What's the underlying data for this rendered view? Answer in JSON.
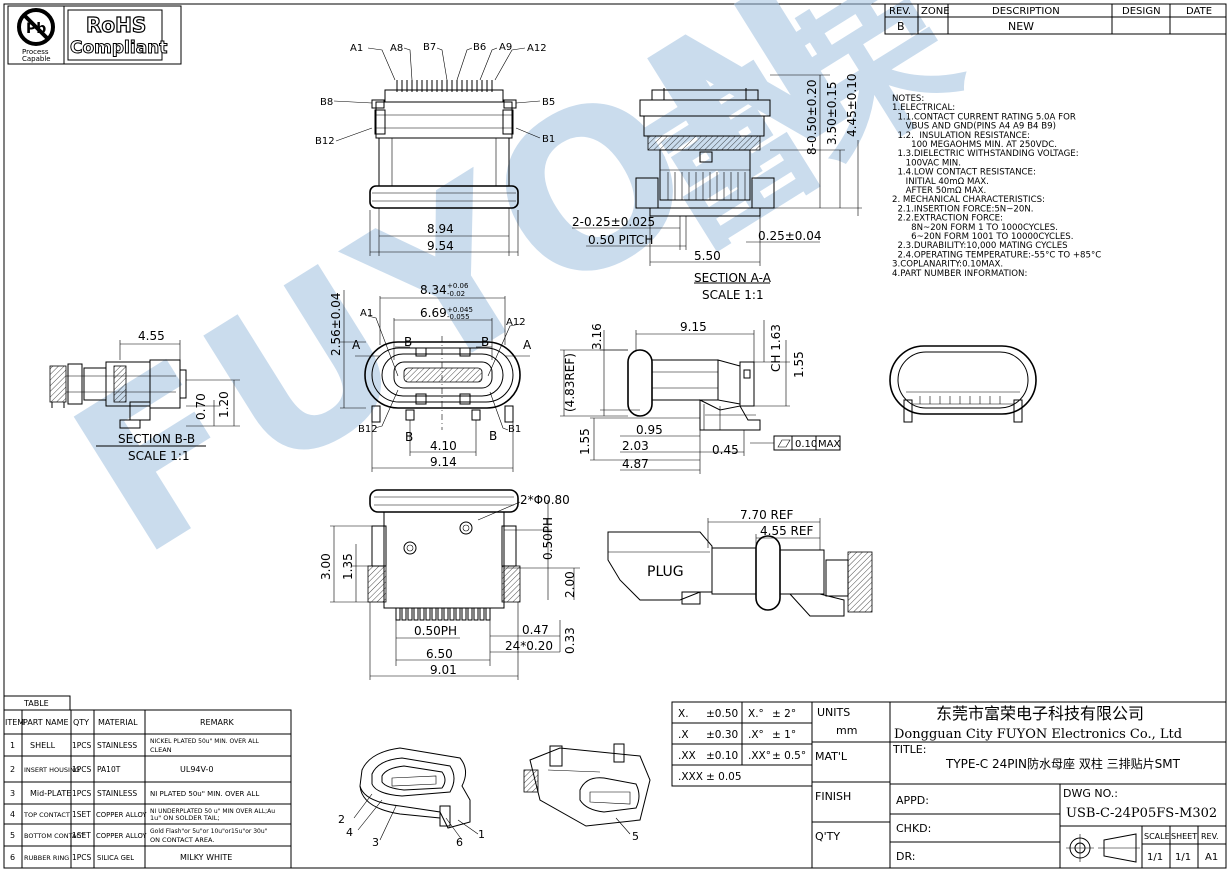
{
  "rohs": {
    "pb_caption_1": "Process",
    "pb_caption_2": "Capable",
    "rohs_title": "RoHS",
    "rohs_sub": "Compliant"
  },
  "watermark": {
    "text_latin": "FUYON",
    "text_cjk": "富荣"
  },
  "revision_table": {
    "headers": [
      "REV.",
      "ZONE",
      "DESCRIPTION",
      "DESIGN",
      "DATE"
    ],
    "rows": [
      {
        "rev": "B",
        "zone": "",
        "description": "NEW",
        "design": "",
        "date": ""
      }
    ]
  },
  "top_view": {
    "pin_labels_top": [
      "A1",
      "A8",
      "B7",
      "B6",
      "A9",
      "A12"
    ],
    "pin_labels_left": [
      "B8",
      "B12"
    ],
    "pin_labels_right": [
      "B5",
      "B1"
    ],
    "dim_inner": "8.94",
    "dim_outer": "9.54"
  },
  "section_aa": {
    "dims_vertical": [
      "8-0.50±0.20",
      "3.50±0.15",
      "4.45±0.10"
    ],
    "dim_pin_width": "2-0.25±0.025",
    "dim_pitch": "0.50 PITCH",
    "dim_pin_thk": "0.25±0.04",
    "dim_span": "5.50",
    "title": "SECTION  A-A",
    "scale": "SCALE  1:1"
  },
  "notes": [
    "NOTES:",
    "1.ELECTRICAL:",
    "  1.1.CONTACT CURRENT RATING 5.0A FOR",
    "     VBUS AND GND(PINS A4 A9 B4 B9)",
    "  1.2.  INSULATION RESISTANCE:",
    "       100 MEGAOHMS MIN. AT 250VDC.",
    "  1.3.DIELECTRIC WITHSTANDING VOLTAGE:",
    "     100VAC MIN.",
    "  1.4.LOW CONTACT RESISTANCE:",
    "     INITIAL 40mΩ MAX.",
    "     AFTER 50mΩ MAX.",
    "2. MECHANICAL CHARACTERISTICS:",
    "  2.1.INSERTION FORCE:5N~20N.",
    "  2.2.EXTRACTION FORCE:",
    "       8N~20N FORM 1 TO 1000CYCLES.",
    "       6~20N FORM 1001 TO 10000CYCLES.",
    "  2.3.DURABILITY:10,000 MATING CYCLES",
    "  2.4.OPERATING TEMPERATURE:-55°C TO +85°C",
    "3.COPLANARITY:0.10MAX.",
    "4.PART NUMBER INFORMATION:"
  ],
  "section_bb": {
    "dim_width": "4.55",
    "dim_h1": "0.70",
    "dim_h2": "1.20",
    "title": "SECTION  B-B",
    "scale": "SCALE  1:1"
  },
  "front_view": {
    "dim_width_main": "8.34",
    "dim_width_main_tol_plus": "+0.06",
    "dim_width_main_tol_minus": "-0.02",
    "dim_tongue": "6.69",
    "dim_tongue_tol_plus": "+0.045",
    "dim_tongue_tol_minus": "-0.055",
    "dim_height": "2.56±0.04",
    "label_a_left": "A",
    "label_a_right": "A",
    "label_b_left": "B",
    "label_b_right": "B",
    "label_a1": "A1",
    "label_a12": "A12",
    "label_b12": "B12",
    "label_b1": "B1",
    "dim_peg": "4.10",
    "dim_total": "9.14"
  },
  "side_view": {
    "dim_len": "9.15",
    "dim_316": "3.16",
    "dim_ch": "CH 1.63",
    "dim_155_right": "1.55",
    "dim_ref": "(4.83REF)",
    "dim_095": "0.95",
    "dim_203": "2.03",
    "dim_487": "4.87",
    "dim_155_left": "1.55",
    "dim_045": "0.45",
    "flatness": "0.10",
    "flatness_unit": "MAX"
  },
  "bottom_view": {
    "dim_hole": "2*Φ0.80",
    "dim_050ph_v": "0.50PH",
    "dim_300": "3.00",
    "dim_135": "1.35",
    "dim_200": "2.00",
    "dim_050ph_h": "0.50PH",
    "dim_047": "0.47",
    "dim_033": "0.33",
    "dim_24": "24*0.20",
    "dim_650": "6.50",
    "dim_901": "9.01"
  },
  "plug_view": {
    "dim_770": "7.70 REF",
    "dim_455": "4.55 REF",
    "plug_label": "PLUG"
  },
  "bom_table": {
    "caption": "TABLE",
    "headers": [
      "ITEM",
      "PART NAME",
      "QTY",
      "MATERIAL",
      "REMARK"
    ],
    "rows": [
      {
        "item": "1",
        "part": "SHELL",
        "qty": "1PCS",
        "material": "STAINLESS",
        "remark_1": "NICKEL PLATED 50u\" MIN. OVER ALL",
        "remark_2": "CLEAN"
      },
      {
        "item": "2",
        "part": "INSERT HOUSING",
        "qty": "1PCS",
        "material": "PA10T",
        "remark_1": "UL94V-0",
        "remark_2": ""
      },
      {
        "item": "3",
        "part": "Mid-PLATE",
        "qty": "1PCS",
        "material": "STAINLESS",
        "remark_1": "NI PLATED 50u\" MIN. OVER ALL",
        "remark_2": ""
      },
      {
        "item": "4",
        "part": "TOP CONTACT",
        "qty": "1SET",
        "material": "COPPER ALLOY",
        "remark_1": "NI UNDERPLATED 50 u\" MIN OVER ALL;Au",
        "remark_2": "1u\"   ON   SOLDER TAIL;"
      },
      {
        "item": "5",
        "part": "BOTTOM CONTACT",
        "qty": "1SET",
        "material": "COPPER ALLOY",
        "remark_1": "Gold Flash\"or 5u\"or 10u\"or15u\"or 30u\"",
        "remark_2": "ON   CONTACT AREA."
      },
      {
        "item": "6",
        "part": "RUBBER RING",
        "qty": "1PCS",
        "material": "SILICA GEL",
        "remark_1": "MILKY WHITE",
        "remark_2": ""
      }
    ]
  },
  "iso_callouts": [
    "2",
    "4",
    "3",
    "6",
    "1",
    "5"
  ],
  "tolerance_table": {
    "rows": [
      {
        "lin": "X.",
        "lin_tol": "±0.50",
        "ang": "X.°",
        "ang_tol": "± 2°"
      },
      {
        "lin": ".X",
        "lin_tol": "±0.30",
        "ang": ".X°",
        "ang_tol": "± 1°"
      },
      {
        "lin": ".XX",
        "lin_tol": "±0.10",
        "ang": ".XX°",
        "ang_tol": "± 0.5°"
      },
      {
        "lin": ".XXX",
        "lin_tol": "± 0.05",
        "ang": "",
        "ang_tol": ""
      }
    ]
  },
  "title_block": {
    "units_label": "UNITS",
    "units_value": "mm",
    "material_label": "MAT'L",
    "finish_label": "FINISH",
    "qty_label": "Q'TY",
    "company_cn": "东莞市富荣电子科技有限公司",
    "company_en": "Dongguan City FUYON Electronics Co., Ltd",
    "title_label": "TITLE:",
    "title_value": "TYPE-C  24PIN防水母座  双柱  三排贴片SMT",
    "appd_label": "APPD:",
    "chkd_label": "CHKD:",
    "dr_label": "DR:",
    "dwg_label": "DWG NO.:",
    "dwg_value": "USB-C-24P05FS-M302",
    "scale_label": "SCALE",
    "sheet_label": "SHEET",
    "rev_label": "REV.",
    "scale_value": "1/1",
    "sheet_value": "1/1",
    "rev_value": "A1"
  }
}
